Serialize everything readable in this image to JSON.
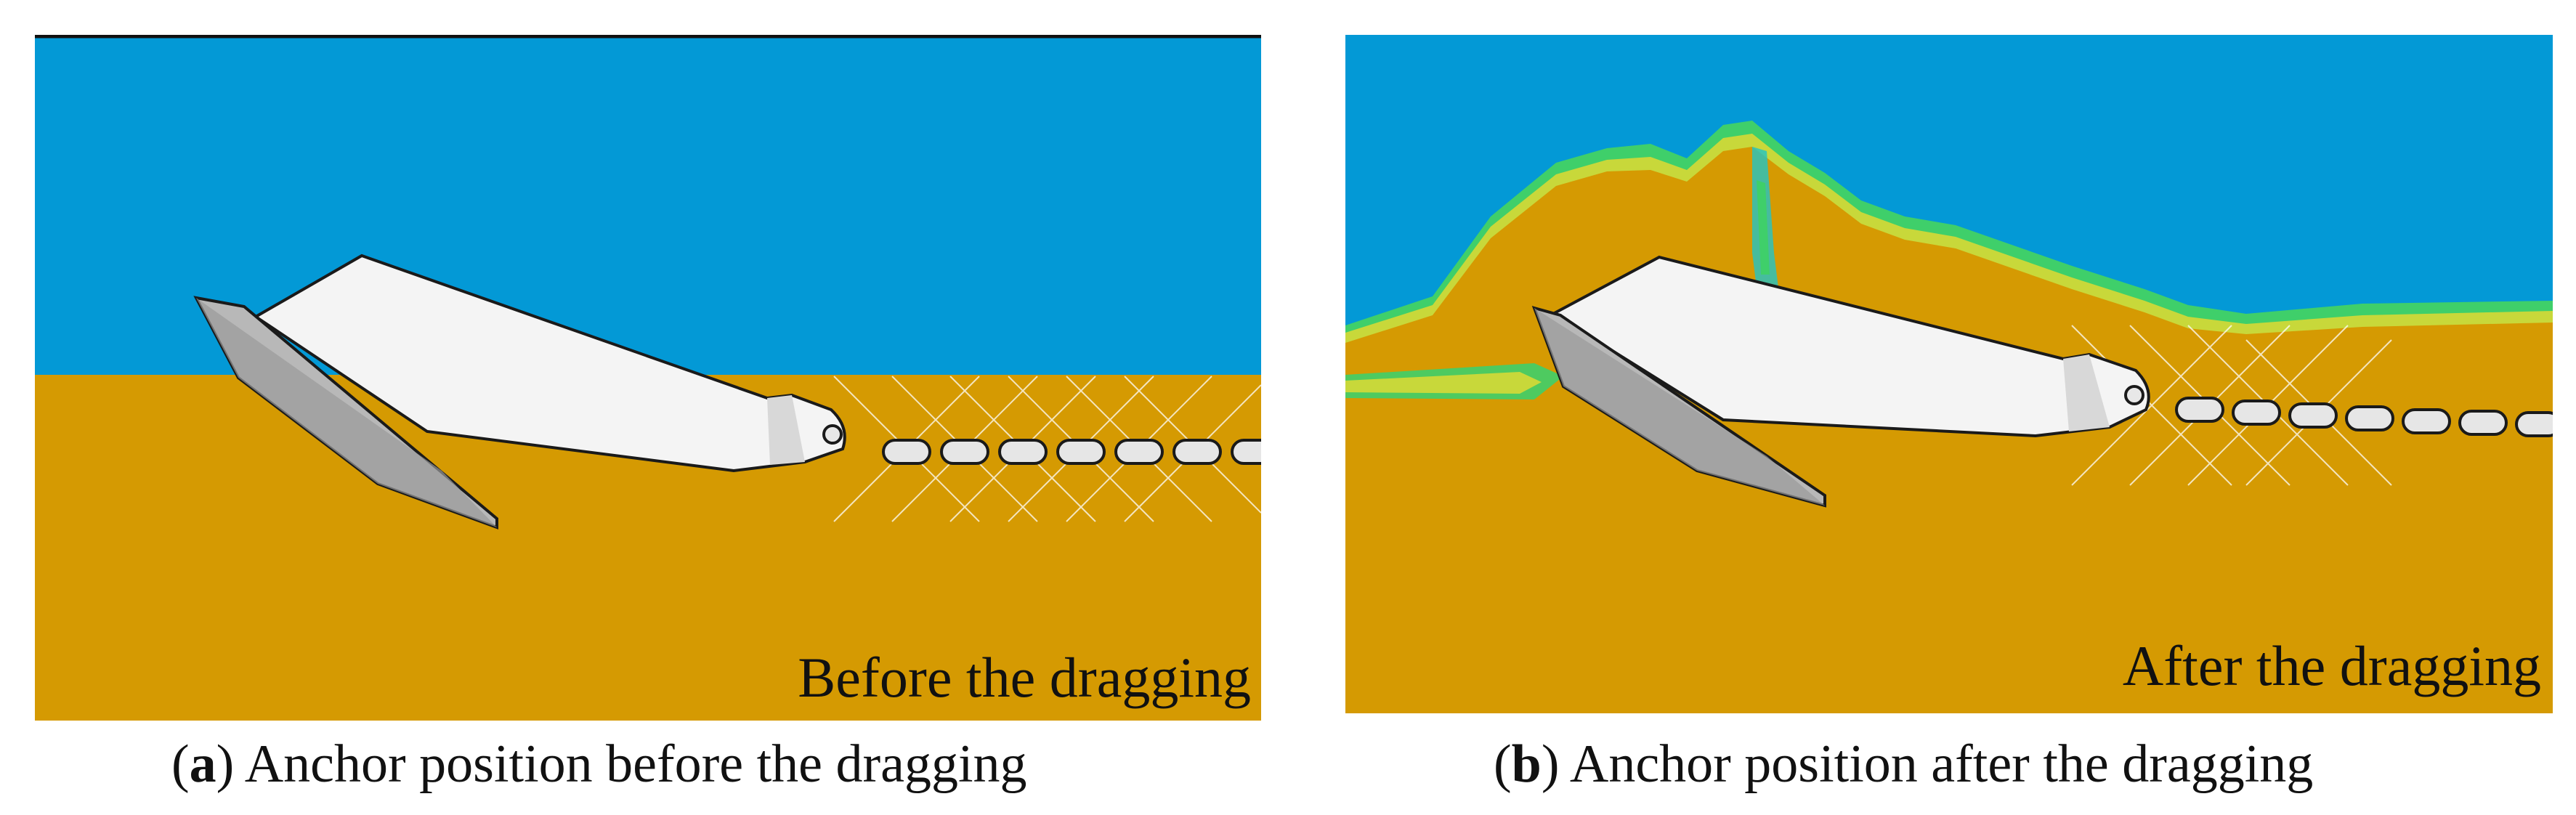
{
  "panels": [
    {
      "overlay_label": "Before the dragging",
      "caption_letter": "a",
      "caption_text": "Anchor position before the dragging"
    },
    {
      "overlay_label": "After the dragging",
      "caption_letter": "b",
      "caption_text": "Anchor position after the dragging"
    }
  ],
  "colors": {
    "water": "#0399d6",
    "soil": "#d59a02",
    "anchor_body": "#f4f4f4",
    "fluke": "#b8b8b8",
    "transition_green": "#3fcf6a",
    "transition_yellow": "#c8d83a",
    "transition_cyan": "#22c4c6"
  }
}
